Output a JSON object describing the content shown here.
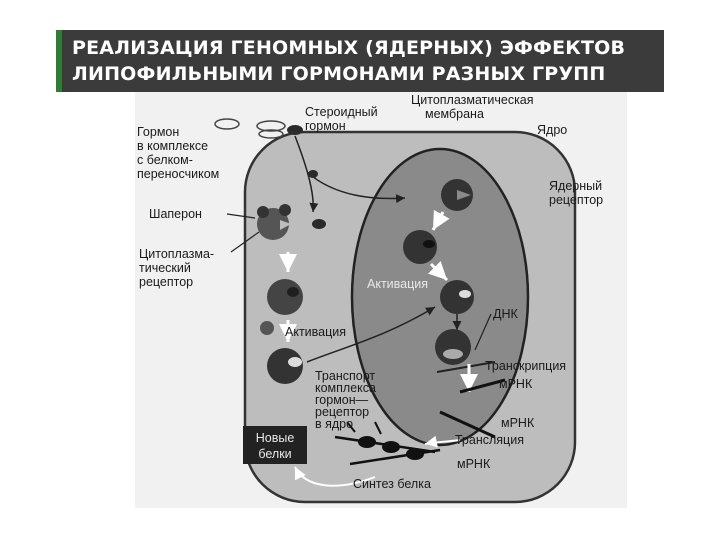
{
  "title": {
    "line1": "РЕАЛИЗАЦИЯ ГЕНОМНЫХ (ЯДЕРНЫХ) ЭФФЕКТОВ",
    "line2": "ЛИПОФИЛЬНЫМИ ГОРМОНАМИ РАЗНЫХ ГРУПП"
  },
  "colors": {
    "title_bar": "#3b3b3b",
    "accent": "#2e7d32",
    "cell": "#bdbdbd",
    "nucleus": "#8a8a8a"
  },
  "labels": {
    "hormone_complex": [
      "Гормон",
      "в комплексе",
      "с белком-",
      "переносчиком"
    ],
    "steroid_hormone": [
      "Стероидный",
      "гормон"
    ],
    "cytoplasmic_membrane": [
      "Цитоплазматическая",
      "мембрана"
    ],
    "nucleus": "Ядро",
    "chaperone": "Шаперон",
    "nuclear_receptor": [
      "Ядерный",
      "рецептор"
    ],
    "cytoplasmic_receptor": [
      "Цитоплазма-",
      "тический",
      "рецептор"
    ],
    "activation_nuclear": "Активация",
    "activation_cytoplasmic": "Активация",
    "dna": "ДНК",
    "transcription": "Транскрипция",
    "mrna_1": "мРНК",
    "mrna_2": "мРНК",
    "mrna_3": "мРНК",
    "transport": [
      "Транспорт",
      "комплекса",
      "гормон—",
      "рецептор",
      "в ядро"
    ],
    "translation": "Трансляция",
    "new_proteins": [
      "Новые",
      "белки"
    ],
    "protein_synthesis": "Синтез белка"
  }
}
